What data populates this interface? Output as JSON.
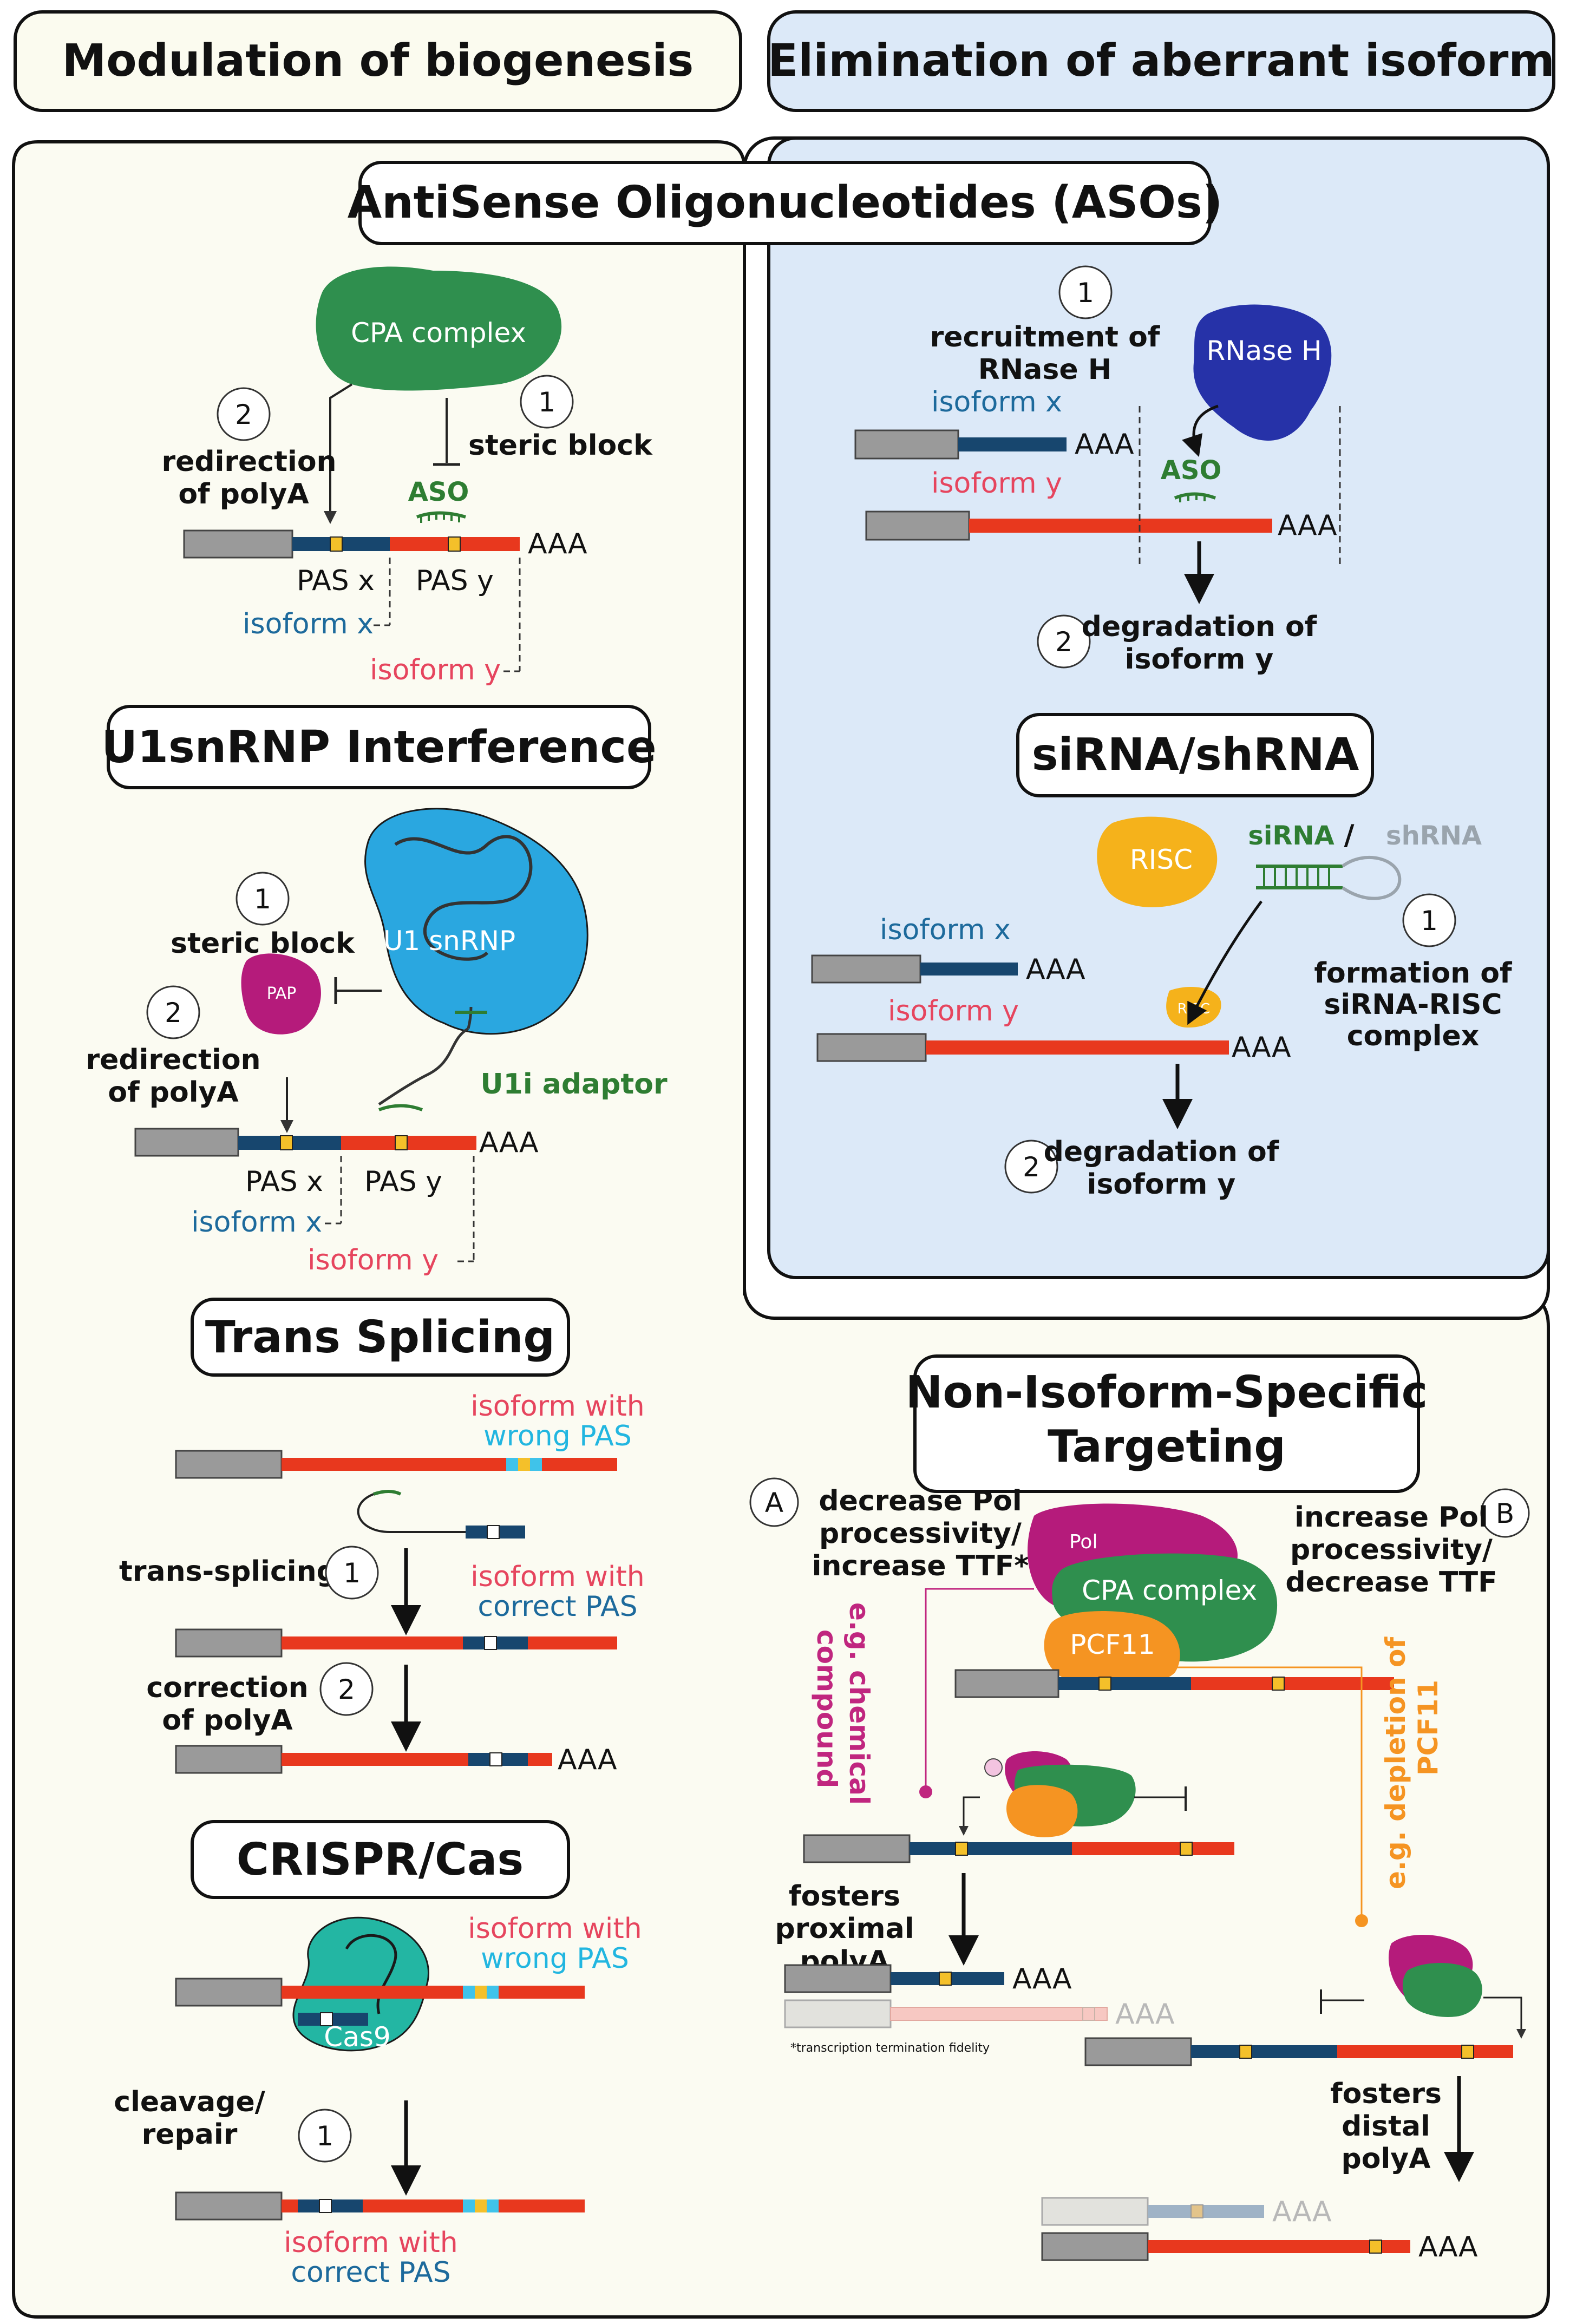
{
  "headers": {
    "left": "Modulation of biogenesis",
    "right": "Elimination of aberrant isoform"
  },
  "aso": {
    "title": "AntiSense Oligonucleotides (ASOs)",
    "left": {
      "complex": "CPA complex",
      "step1_num": "1",
      "step1": "steric block",
      "step2_num": "2",
      "step2_a": "redirection",
      "step2_b": "of polyA",
      "aso": "ASO",
      "pas_x": "PAS x",
      "pas_y": "PAS y",
      "aaa": "AAA",
      "isoform_x": "isoform x",
      "isoform_y": "isoform y"
    },
    "right": {
      "step1_num": "1",
      "step1_a": "recruitment of",
      "step1_b": "RNase H",
      "rnase": "RNase H",
      "isoform_x": "isoform x",
      "isoform_y": "isoform y",
      "aso": "ASO",
      "aaa1": "AAA",
      "aaa2": "AAA",
      "step2_num": "2",
      "step2_a": "degradation of",
      "step2_b": "isoform y"
    }
  },
  "sirna": {
    "title": "siRNA/shRNA",
    "risc": "RISC",
    "risc_small": "RISC",
    "label_si": "siRNA",
    "label_slash": "/",
    "label_sh": "shRNA",
    "isoform_x": "isoform x",
    "isoform_y": "isoform y",
    "aaa1": "AAA",
    "aaa2": "AAA",
    "step1_num": "1",
    "step1_a": "formation of",
    "step1_b": "siRNA-RISC",
    "step1_c": "complex",
    "step2_num": "2",
    "step2_a": "degradation of",
    "step2_b": "isoform y"
  },
  "u1": {
    "title": "U1snRNP Interference",
    "complex": "U1 snRNP",
    "pap": "PAP",
    "step1_num": "1",
    "step1": "steric block",
    "step2_num": "2",
    "step2_a": "redirection",
    "step2_b": "of polyA",
    "adaptor": "U1i adaptor",
    "pas_x": "PAS x",
    "pas_y": "PAS y",
    "aaa": "AAA",
    "isoform_x": "isoform x",
    "isoform_y": "isoform y"
  },
  "trans": {
    "title": "Trans Splicing",
    "wrong_a": "isoform with",
    "wrong_b": "wrong PAS",
    "correct_a": "isoform with",
    "correct_b": "correct PAS",
    "step1": "trans-splicing",
    "step1_num": "1",
    "step2_a": "correction",
    "step2_b": "of polyA",
    "step2_num": "2",
    "aaa": "AAA"
  },
  "crispr": {
    "title": "CRISPR/Cas",
    "wrong_a": "isoform with",
    "wrong_b": "wrong PAS",
    "cas": "Cas9",
    "step1_a": "cleavage/",
    "step1_b": "repair",
    "step1_num": "1",
    "correct_a": "isoform with",
    "correct_b": "correct PAS"
  },
  "nonspec": {
    "title_a": "Non-Isoform-Specific",
    "title_b": "Targeting",
    "a_num": "A",
    "a_l1": "decrease Pol",
    "a_l2": "processivity/",
    "a_l3": "increase TTF*",
    "b_num": "B",
    "b_l1": "increase Pol",
    "b_l2": "processivity/",
    "b_l3": "decrease TTF",
    "pol": "Pol",
    "cpa": "CPA complex",
    "pcf11": "PCF11",
    "chem_a": "e.g. chemical",
    "chem_b": "compound",
    "depl_a": "e.g. depletion of",
    "depl_b": "PCF11",
    "prox_a": "fosters",
    "prox_b": "proximal",
    "prox_c": "polyA",
    "dist_a": "fosters",
    "dist_b": "distal",
    "dist_c": "polyA",
    "aaa1": "AAA",
    "aaa2": "AAA",
    "aaa3": "AAA",
    "aaa4": "AAA",
    "footnote": "*transcription termination fidelity"
  },
  "colors": {
    "cream": "#fbfbf2",
    "lightblue": "#dce9f8",
    "red": "#e8381e",
    "navy": "#17466e",
    "gray": "#9a9a9a",
    "yellow": "#f4c02a",
    "cyan": "#3fc3ea",
    "green": "#2f8f4e",
    "magenta": "#b51b7b",
    "orange": "#f59422",
    "u1blue": "#2aa7e0",
    "rnase": "#2632a8",
    "risc": "#f5b21b",
    "cas": "#23b6a3"
  }
}
